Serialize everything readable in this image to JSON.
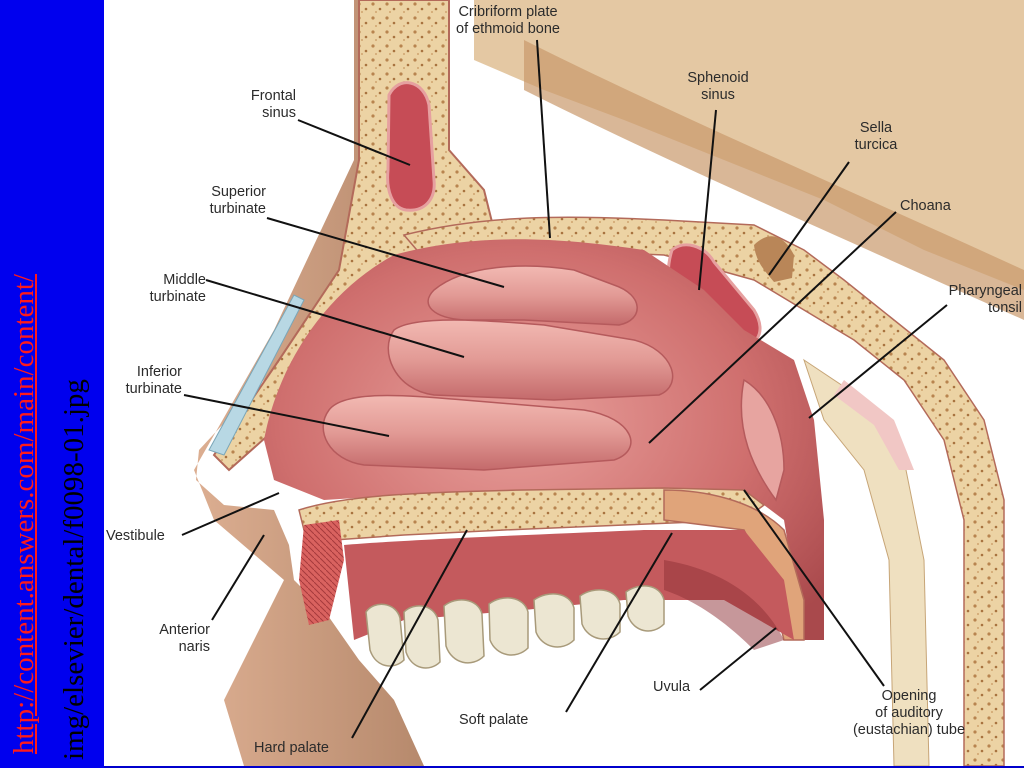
{
  "source": {
    "link_text": "http://content.answers.com/main/content/",
    "path_text": "img/elsevier/dental/f0098-01.jpg"
  },
  "labels": {
    "cribriform": [
      "Cribriform plate",
      "of ethmoid bone"
    ],
    "frontal_sinus": [
      "Frontal",
      "sinus"
    ],
    "sphenoid_sinus": [
      "Sphenoid",
      "sinus"
    ],
    "sella_turcica": [
      "Sella",
      "turcica"
    ],
    "superior_turbinate": [
      "Superior",
      "turbinate"
    ],
    "choana": "Choana",
    "middle_turbinate": [
      "Middle",
      "turbinate"
    ],
    "pharyngeal_tonsil": [
      "Pharyngeal",
      "tonsil"
    ],
    "inferior_turbinate": [
      "Inferior",
      "turbinate"
    ],
    "vestibule": "Vestibule",
    "anterior_naris": [
      "Anterior",
      "naris"
    ],
    "uvula": "Uvula",
    "soft_palate": "Soft palate",
    "hard_palate": "Hard palate",
    "auditory_tube": [
      "Opening",
      "of auditory",
      "(eustachian) tube"
    ]
  },
  "colors": {
    "background": "#0000cc",
    "sidebar": "#0000ee",
    "link": "#ff1a1a",
    "tissue": "#d98280",
    "bone": "#e9cfa1"
  }
}
